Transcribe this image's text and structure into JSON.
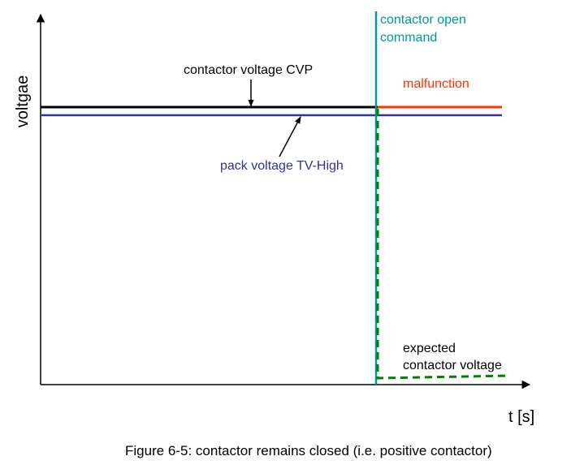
{
  "axes": {
    "y_label": "voltgae",
    "x_label": "t [s]"
  },
  "labels": {
    "contactor_voltage": "contactor voltage CVP",
    "pack_voltage": "pack voltage TV-High",
    "malfunction": "malfunction",
    "open_command_line1": "contactor open",
    "open_command_line2": "command",
    "expected_line1": "expected",
    "expected_line2": "contactor voltage"
  },
  "caption": "Figure 6-5: contactor remains closed (i.e. positive contactor)",
  "colors": {
    "axis": "#000000",
    "contactor_voltage": "#000000",
    "pack_voltage": "#333399",
    "malfunction": "#ff3300",
    "open_command": "#009999",
    "expected": "#008000",
    "text": "#000000"
  }
}
